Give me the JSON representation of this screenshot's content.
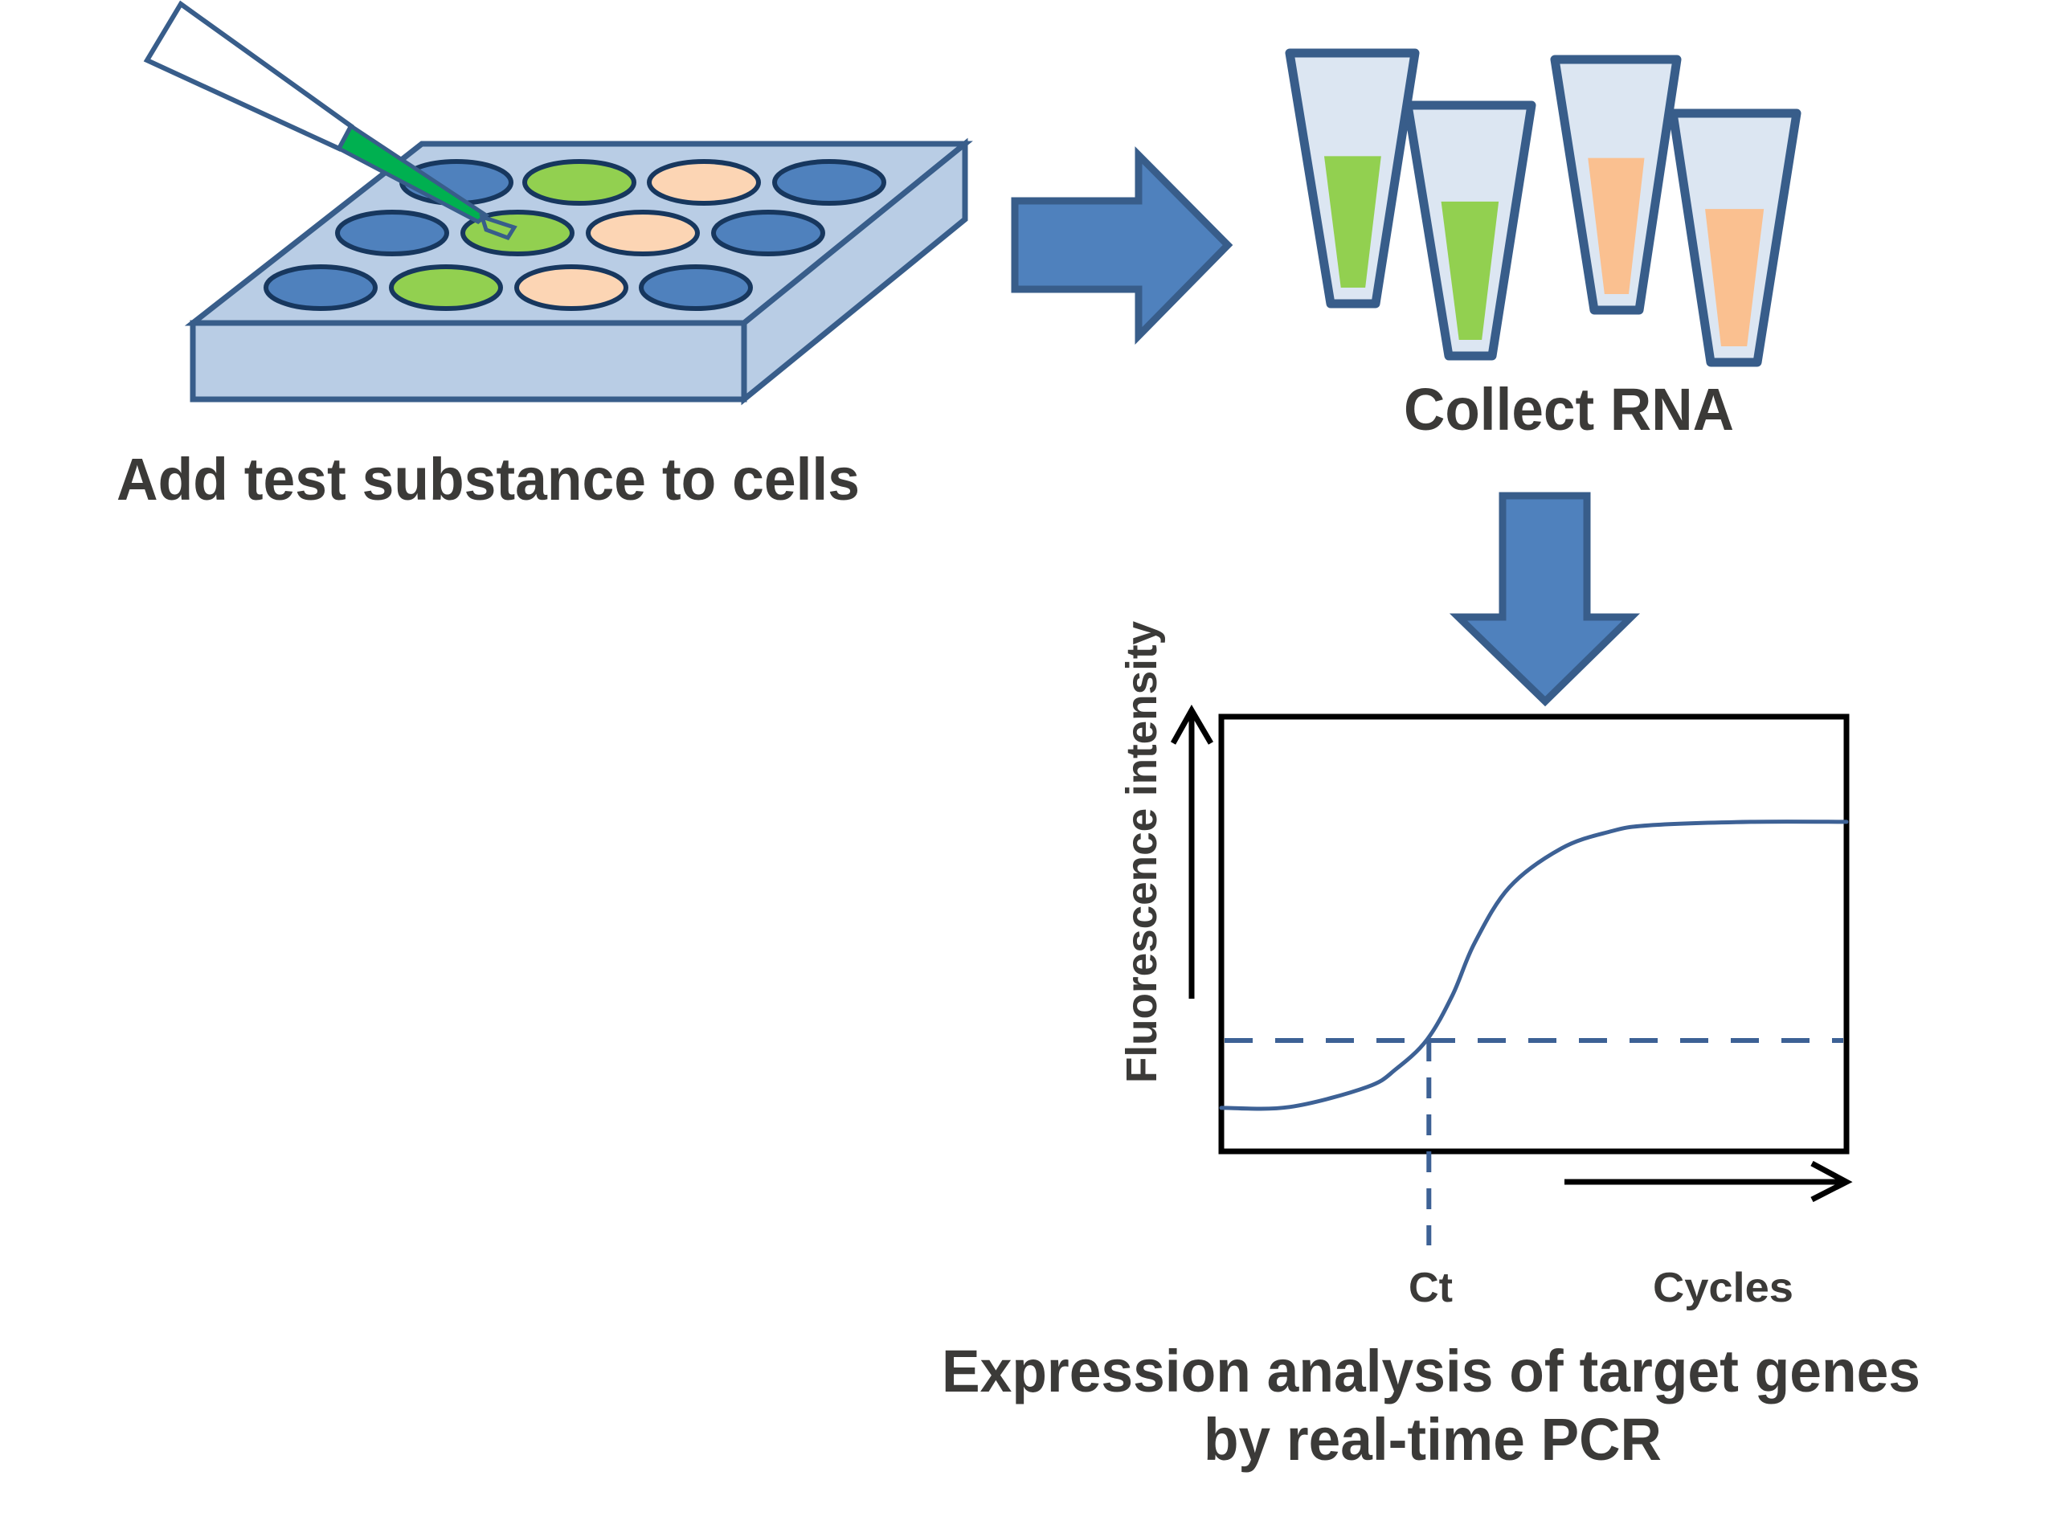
{
  "figure": {
    "steps": [
      {
        "id": "step1",
        "label": "Add test substance to cells"
      },
      {
        "id": "step2",
        "label": "Collect RNA"
      },
      {
        "id": "step3",
        "label_lines": [
          "Expression analysis of target genes",
          "by real-time PCR"
        ]
      }
    ],
    "icons": {
      "pipette": "pipette-icon",
      "well_plate": "well-plate-icon",
      "tubes": "sample-tubes-icon",
      "arrow_right": "arrow-right-icon",
      "arrow_down": "arrow-down-icon"
    },
    "well_plate": {
      "rows": [
        [
          "blue",
          "green",
          "peach",
          "blue"
        ],
        [
          "blue",
          "green",
          "peach",
          "blue"
        ],
        [
          "blue",
          "green",
          "peach",
          "blue"
        ]
      ],
      "pipette_target": {
        "row": 1,
        "col": 1
      }
    },
    "tubes": [
      {
        "color": "green",
        "fill_level": 0.6
      },
      {
        "color": "green",
        "fill_level": 0.63
      },
      {
        "color": "peach",
        "fill_level": 0.62
      },
      {
        "color": "peach",
        "fill_level": 0.63
      }
    ],
    "colors": {
      "blue": "#4f81bd",
      "green": "#92d050",
      "peach": "#fcd5b4",
      "plate": "#b9cde5",
      "outline": "#17375e",
      "arrow_fill": "#4f81bd",
      "arrow_stroke": "#385d8a",
      "tube_fill": "#dce6f2",
      "tube_outline": "#385d8a",
      "tube_green": "#92d050",
      "tube_peach": "#fac090",
      "pipette_green": "#00b050",
      "curve": "#3d6195",
      "text": "#3b3a38"
    }
  },
  "chart_data": {
    "type": "line",
    "title": "",
    "xlabel": "Cycles",
    "ylabel": "Fluorescence intensity",
    "x_range": [
      0,
      1
    ],
    "y_range": [
      0,
      1
    ],
    "grid": false,
    "legend": "none",
    "series": [
      {
        "name": "amplification curve",
        "x": [
          0.0,
          0.109,
          0.233,
          0.28,
          0.329,
          0.37,
          0.405,
          0.461,
          0.544,
          0.62,
          0.684,
          0.847,
          1.0
        ],
        "values": [
          0.1,
          0.102,
          0.148,
          0.19,
          0.257,
          0.36,
          0.479,
          0.608,
          0.697,
          0.735,
          0.75,
          0.758,
          0.758
        ]
      }
    ],
    "threshold": {
      "y": 0.255,
      "style": "dashed"
    },
    "annotations": [
      {
        "text": "Ct",
        "x": 0.332,
        "style": "dashed-vertical"
      }
    ]
  }
}
